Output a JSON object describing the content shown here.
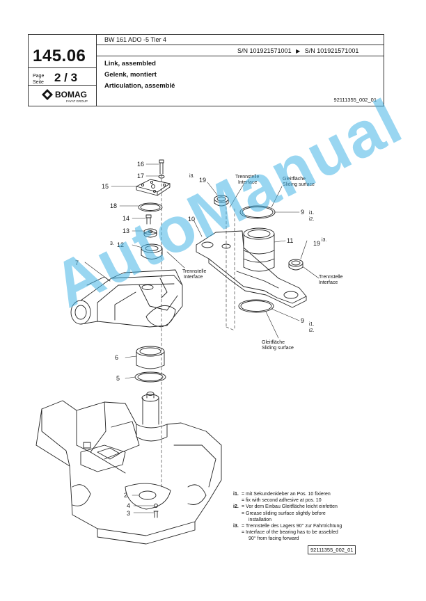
{
  "header": {
    "page_number": "145.06",
    "page_label_en": "Page",
    "page_label_de": "Seite",
    "page_of": "2 / 3",
    "brand": "BOMAG",
    "brand_sub": "FAYAT GROUP",
    "model": "BW 161 ADO -5 Tier 4",
    "serial_from": "S/N 101921571001",
    "serial_arrow": "▶",
    "serial_to": "S/N 101921571001",
    "title_en": "Link, assembled",
    "title_de": "Gelenk, montiert",
    "title_fr": "Articulation, assemblé",
    "drawing_ref": "92111355_002_01"
  },
  "callouts": {
    "p16": "16",
    "p17": "17",
    "p15": "15",
    "p18": "18",
    "p14": "14",
    "p13": "13",
    "p12_note": "3.",
    "p12": "12",
    "p7": "7",
    "p10": "10",
    "p19a": "19",
    "p19a_note": "i3.",
    "p19b": "19",
    "p19b_note": "i3.",
    "p11": "11",
    "p9a": "9",
    "p9a_note1": "i1.",
    "p9a_note2": "i2.",
    "p9b": "9",
    "p9b_note1": "i1.",
    "p9b_note2": "i2.",
    "p6": "6",
    "p5": "5",
    "p2": "2",
    "p4": "4",
    "p3": "3"
  },
  "annotations": {
    "interface1_de": "Trennstelle",
    "interface1_en": "Interface",
    "sliding1_de": "Gleitfläche",
    "sliding1_en": "Sliding surface",
    "interface2_de": "Trennstelle",
    "interface2_en": "Interface",
    "interface3_de": "Trennstelle",
    "interface3_en": "Interface",
    "sliding2_de": "Gleitfläche",
    "sliding2_en": "Sliding surface"
  },
  "notes": [
    {
      "key": "i1.",
      "line1": "= mit Sekundenkleber an Pos. 10 fixieren",
      "line2": "= fix with second adhesive at pos. 10"
    },
    {
      "key": "i2.",
      "line1": "= Vor dem Einbau Gleitfläche leicht einfetten",
      "line2": "= Grease sliding surface slightly before",
      "line3": "installation"
    },
    {
      "key": "i3.",
      "line1": "= Trennstelle des Lagers 90° zur Fahrtrichtung",
      "line2": "= Interface of the bearing has to be assebled",
      "line3": "90° from facing forward"
    }
  ],
  "footer_ref": "92111355_002_01",
  "watermark": "AutoManual",
  "colors": {
    "watermark": "#46b4e6",
    "line": "#333333"
  }
}
